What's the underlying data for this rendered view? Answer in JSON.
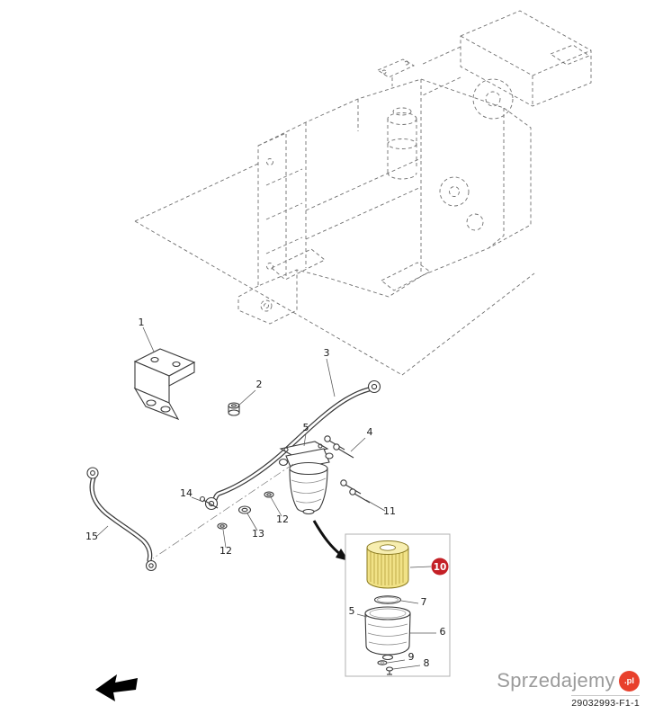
{
  "document": {
    "type": "exploded-parts-diagram",
    "subject": "fuel filter assembly on transmission housing",
    "drawing_number": "29032993-F1-1"
  },
  "watermark": {
    "brand": "Sprzedajemy",
    "domain_suffix": ".pl",
    "brand_color": "#9b9b9b",
    "badge_color": "#e8402c"
  },
  "colors": {
    "highlight_badge": "#c42026",
    "filter_element": "#f1e287",
    "filter_element_top": "#f7eeb0",
    "filter_pleat": "#a8952e",
    "line": "#3a3a3a",
    "ghost_line": "#6f6f6f"
  },
  "diagram": {
    "callouts": [
      {
        "label": "1"
      },
      {
        "label": "2"
      },
      {
        "label": "3"
      },
      {
        "label": "4"
      },
      {
        "label": "5"
      },
      {
        "label": "11"
      },
      {
        "label": "14"
      },
      {
        "label": "12"
      },
      {
        "label": "13"
      },
      {
        "label": "12"
      },
      {
        "label": "15"
      },
      {
        "label": "10"
      },
      {
        "label": "7"
      },
      {
        "label": "5"
      },
      {
        "label": "6"
      },
      {
        "label": "9"
      },
      {
        "label": "8"
      }
    ]
  }
}
